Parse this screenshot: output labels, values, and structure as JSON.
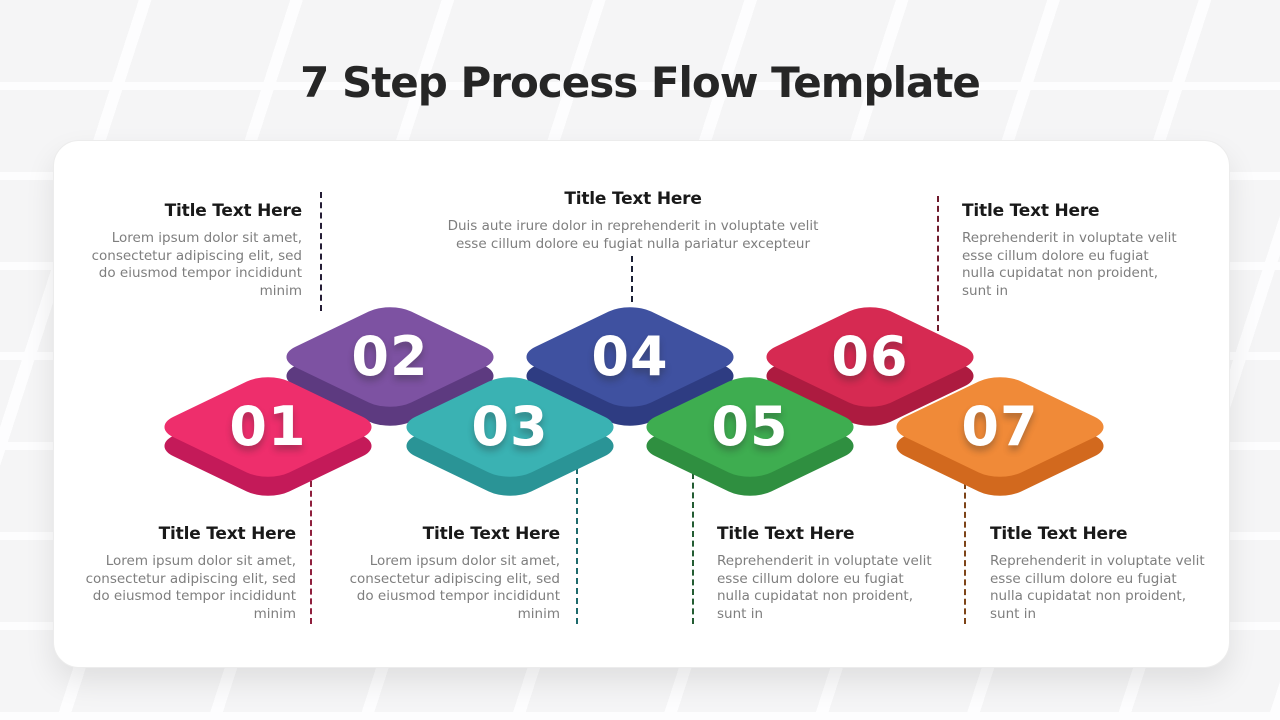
{
  "page_title": "7 Step Process Flow Template",
  "steps": [
    {
      "number": "01",
      "title": "Title Text Here",
      "description": "Lorem ipsum dolor sit amet, consectetur adipiscing elit, sed do eiusmod tempor incididunt minim",
      "text_position": "bottom",
      "colors": {
        "top": "#ee2e6c",
        "side": "#c41a59",
        "connector": "#8f1f3d"
      }
    },
    {
      "number": "02",
      "title": "Title Text Here",
      "description": "Lorem ipsum dolor sit amet, consectetur adipiscing elit, sed do eiusmod tempor incididunt minim",
      "text_position": "top",
      "colors": {
        "top": "#7d52a2",
        "side": "#5d3a80",
        "connector": "#241c35"
      }
    },
    {
      "number": "03",
      "title": "Title Text Here",
      "description": "Lorem ipsum dolor sit amet, consectetur adipiscing elit, sed do eiusmod tempor incididunt minim",
      "text_position": "bottom",
      "colors": {
        "top": "#3ab2b3",
        "side": "#2a9496",
        "connector": "#1d6a6b"
      }
    },
    {
      "number": "04",
      "title": "Title Text Here",
      "description": "Duis aute irure dolor in reprehenderit in voluptate velit esse cillum dolore eu fugiat nulla pariatur excepteur",
      "text_position": "top",
      "colors": {
        "top": "#3f51a0",
        "side": "#2e3c82",
        "connector": "#1b2035"
      }
    },
    {
      "number": "05",
      "title": "Title Text Here",
      "description": "Reprehenderit in voluptate velit esse cillum dolore eu fugiat nulla cupidatat non proident, sunt in",
      "text_position": "bottom",
      "colors": {
        "top": "#3ead50",
        "side": "#2f8f40",
        "connector": "#235c33"
      }
    },
    {
      "number": "06",
      "title": "Title Text Here",
      "description": "Reprehenderit in voluptate velit esse cillum dolore eu fugiat nulla cupidatat non proident, sunt in",
      "text_position": "top",
      "colors": {
        "top": "#d62a52",
        "side": "#ad1b40",
        "connector": "#6e1a2c"
      }
    },
    {
      "number": "07",
      "title": "Title Text Here",
      "description": "Reprehenderit in voluptate velit esse cillum dolore eu fugiat nulla cupidatat non proident, sunt in",
      "text_position": "bottom",
      "colors": {
        "top": "#f08a38",
        "side": "#d2691e",
        "connector": "#7d4418"
      }
    }
  ]
}
